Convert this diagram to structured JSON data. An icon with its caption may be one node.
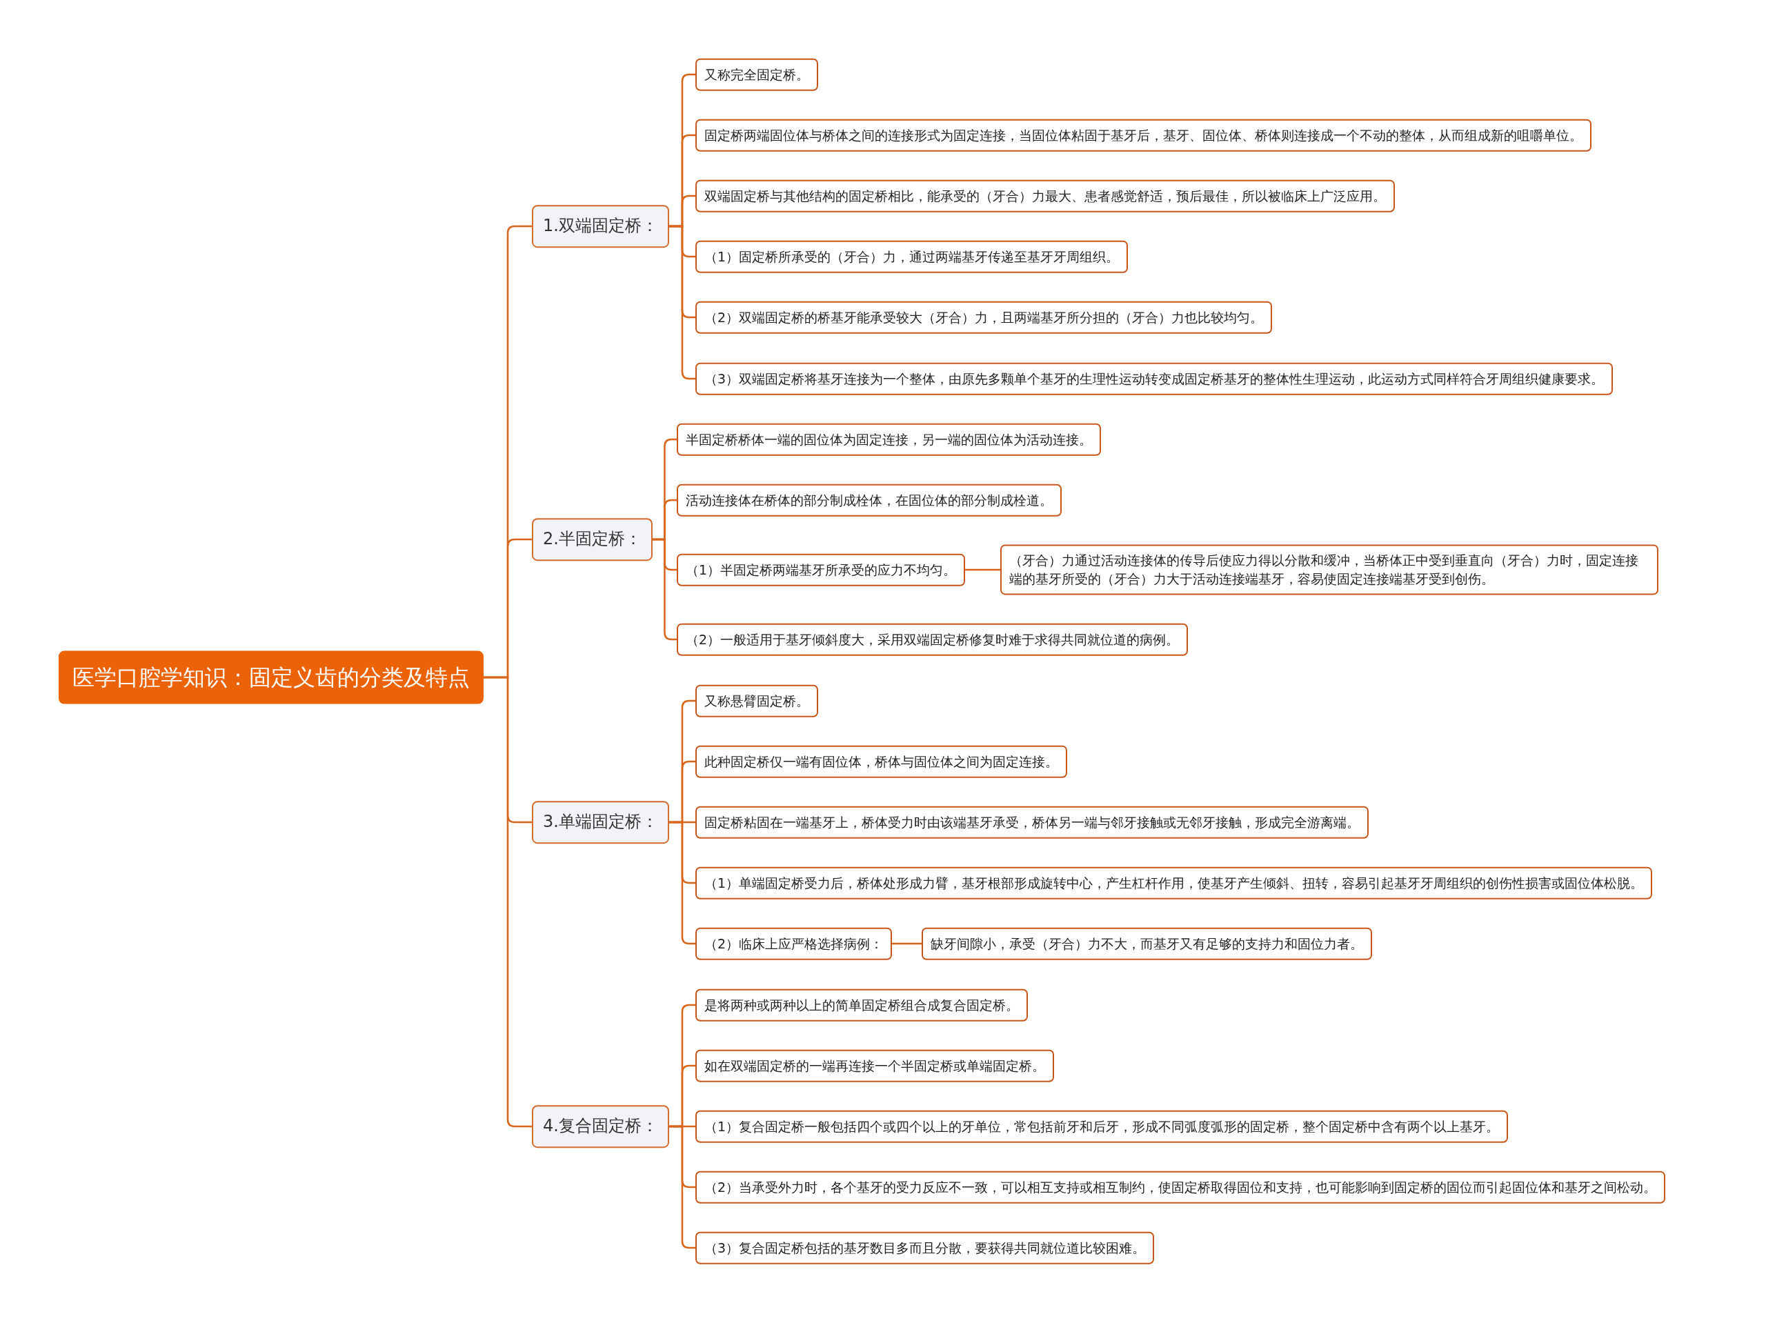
{
  "diagram": {
    "nodes": [
      {
        "text": [
          "医学口腔学知识：固定义齿的分类及特点"
        ]
      },
      {
        "text": [
          "1.双端固定桥："
        ]
      },
      {
        "text": [
          "又称完全固定桥。"
        ]
      },
      {
        "text": [
          "固定桥两端固位体与桥体之间的连接形式为固定连接，当固位体粘固于基牙后，基牙、固位体、桥体则连接成一个不动的整体，从而组成新的咀嚼单位。"
        ]
      },
      {
        "text": [
          "双端固定桥与其他结构的固定桥相比，能承受的（牙合）力最大、患者感觉舒适，预后最佳，所以被临床上广泛应用。"
        ]
      },
      {
        "text": [
          "（1）固定桥所承受的（牙合）力，通过两端基牙传递至基牙牙周组织。"
        ]
      },
      {
        "text": [
          "（2）双端固定桥的桥基牙能承受较大（牙合）力，且两端基牙所分担的（牙合）力也比较均匀。"
        ]
      },
      {
        "text": [
          "（3）双端固定桥将基牙连接为一个整体，由原先多颗单个基牙的生理性运动转变成固定桥基牙的整体性生理运动，此运动方式同样符合牙周组织健康要求。"
        ]
      },
      {
        "text": [
          "2.半固定桥："
        ]
      },
      {
        "text": [
          "半固定桥桥体一端的固位体为固定连接，另一端的固位体为活动连接。"
        ]
      },
      {
        "text": [
          "活动连接体在桥体的部分制成栓体，在固位体的部分制成栓道。"
        ]
      },
      {
        "text": [
          "（1）半固定桥两端基牙所承受的应力不均匀。"
        ]
      },
      {
        "text": [
          "（牙合）力通过活动连接体的传导后使应力得以分散和缓冲，当桥体正中受到垂直向（牙合）力时，固定连接端的基牙所受的（牙合）力大于活动连接端基牙，容易使固定连接端基牙受到创伤。"
        ]
      },
      {
        "text": [
          "（2）一般适用于基牙倾斜度大，采用双端固定桥修复时难于求得共同就位道的病例。"
        ]
      },
      {
        "text": [
          "3.单端固定桥："
        ]
      },
      {
        "text": [
          "又称悬臂固定桥。"
        ]
      },
      {
        "text": [
          "此种固定桥仅一端有固位体，桥体与固位体之间为固定连接。"
        ]
      },
      {
        "text": [
          "固定桥粘固在一端基牙上，桥体受力时由该端基牙承受，桥体另一端与邻牙接触或无邻牙接触，形成完全游离端。"
        ]
      },
      {
        "text": [
          "（1）单端固定桥受力后，桥体处形成力臂，基牙根部形成旋转中心，产生杠杆作用，使基牙产生倾斜、扭转，容易引起基牙牙周组织的创伤性损害或固位体松脱。"
        ]
      },
      {
        "text": [
          "（2）临床上应严格选择病例："
        ]
      },
      {
        "text": [
          "缺牙间隙小，承受（牙合）力不大，而基牙又有足够的支持力和固位力者。"
        ]
      },
      {
        "text": [
          "4.复合固定桥："
        ]
      },
      {
        "text": [
          "是将两种或两种以上的简单固定桥组合成复合固定桥。"
        ]
      },
      {
        "text": [
          "如在双端固定桥的一端再连接一个半固定桥或单端固定桥。"
        ]
      },
      {
        "text": [
          "（1）复合固定桥一般包括四个或四个以上的牙单位，常包括前牙和后牙，形成不同弧度弧形的固定桥，整个固定桥中含有两个以上基牙。"
        ]
      },
      {
        "text": [
          "（2）当承受外力时，各个基牙的受力反应不一致，可以相互支持或相互制约，使固定桥取得固位和支持，也可能影响到固定桥的固位而引起固位体和基牙之间松动。"
        ]
      },
      {
        "text": [
          "（3）复合固定桥包括的基牙数目多而且分散，要获得共同就位道比较困难。"
        ]
      }
    ],
    "edges": [
      {
        "from": 0,
        "to": 1,
        "arrow": "none"
      },
      {
        "from": 0,
        "to": 8,
        "arrow": "none"
      },
      {
        "from": 0,
        "to": 14,
        "arrow": "none"
      },
      {
        "from": 0,
        "to": 21,
        "arrow": "none"
      },
      {
        "from": 1,
        "to": 2,
        "arrow": "none"
      },
      {
        "from": 1,
        "to": 3,
        "arrow": "none"
      },
      {
        "from": 1,
        "to": 4,
        "arrow": "none"
      },
      {
        "from": 1,
        "to": 5,
        "arrow": "none"
      },
      {
        "from": 1,
        "to": 6,
        "arrow": "none"
      },
      {
        "from": 1,
        "to": 7,
        "arrow": "none"
      },
      {
        "from": 8,
        "to": 9,
        "arrow": "none"
      },
      {
        "from": 8,
        "to": 10,
        "arrow": "none"
      },
      {
        "from": 8,
        "to": 11,
        "arrow": "none"
      },
      {
        "from": 11,
        "to": 12,
        "arrow": "none"
      },
      {
        "from": 8,
        "to": 13,
        "arrow": "none"
      },
      {
        "from": 14,
        "to": 15,
        "arrow": "none"
      },
      {
        "from": 14,
        "to": 16,
        "arrow": "none"
      },
      {
        "from": 14,
        "to": 17,
        "arrow": "none"
      },
      {
        "from": 14,
        "to": 18,
        "arrow": "none"
      },
      {
        "from": 14,
        "to": 19,
        "arrow": "none"
      },
      {
        "from": 19,
        "to": 20,
        "arrow": "none"
      },
      {
        "from": 21,
        "to": 22,
        "arrow": "none"
      },
      {
        "from": 21,
        "to": 23,
        "arrow": "none"
      },
      {
        "from": 21,
        "to": 24,
        "arrow": "none"
      },
      {
        "from": 21,
        "to": 25,
        "arrow": "none"
      },
      {
        "from": 21,
        "to": 26,
        "arrow": "none"
      }
    ]
  }
}
